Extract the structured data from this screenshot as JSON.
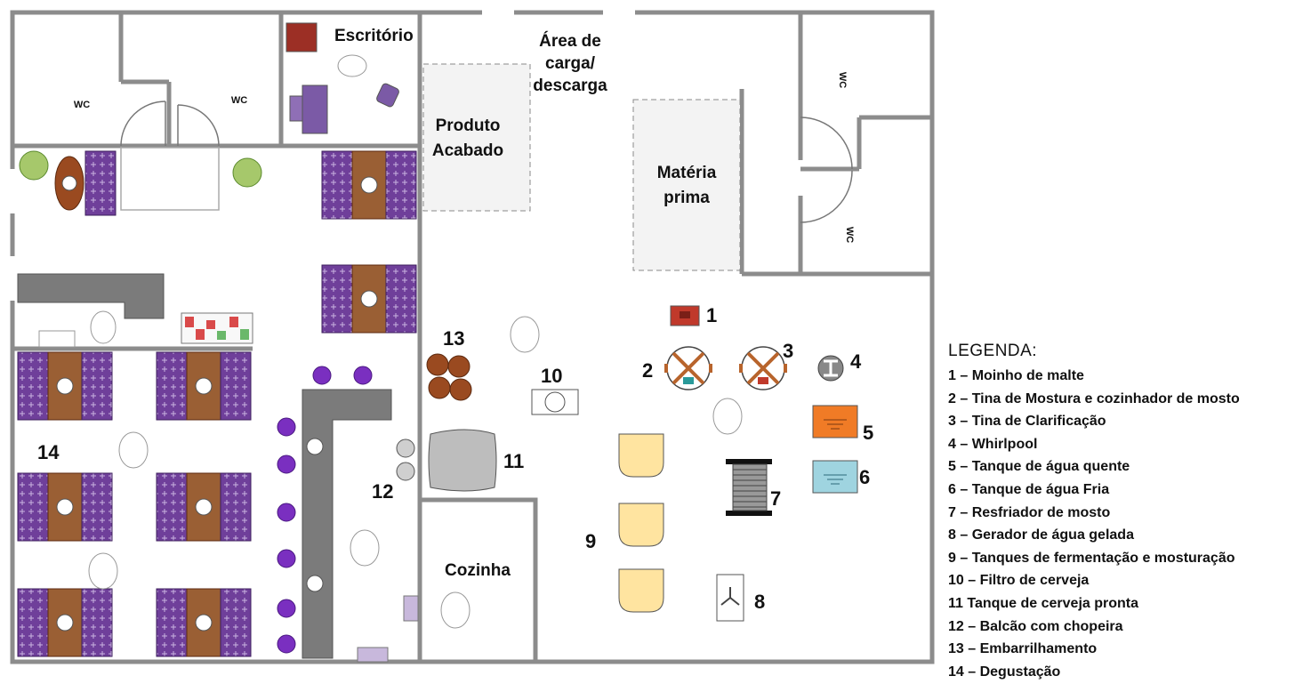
{
  "rooms": {
    "escritorio": "Escritório",
    "area_carga_line1": "Área de",
    "area_carga_line2": "carga/",
    "area_carga_line3": "descarga",
    "produto_line1": "Produto",
    "produto_line2": "Acabado",
    "materia_line1": "Matéria",
    "materia_line2": "prima",
    "cozinha": "Cozinha",
    "wc": "WC"
  },
  "markers": {
    "m1": "1",
    "m2": "2",
    "m3": "3",
    "m4": "4",
    "m5": "5",
    "m6": "6",
    "m7": "7",
    "m8": "8",
    "m9": "9",
    "m10": "10",
    "m11": "11",
    "m12": "12",
    "m13": "13",
    "m14": "14"
  },
  "legend": {
    "title": "LEGENDA:",
    "items": [
      "1 – Moinho de malte",
      "2 – Tina de Mostura e cozinhador de mosto",
      "3 – Tina de Clarificação",
      "4 – Whirlpool",
      "5 – Tanque de água quente",
      "6 – Tanque de água Fria",
      "7 – Resfriador de mosto",
      "8 – Gerador de água gelada",
      "9 – Tanques de fermentação e mosturação",
      "10 –  Filtro de cerveja",
      "11 Tanque de cerveja pronta",
      "12 –  Balcão com chopeira",
      "13 – Embarrilhamento",
      "14 – Degustação"
    ]
  },
  "colors": {
    "wall": "#8c8c8c",
    "purple": "#6f3f9a",
    "wood": "#9a5f34",
    "tank_yellow": "#ffe4a0",
    "hot_tank": "#f07b26",
    "cold_tank": "#9fd4e0",
    "barrel": "#9a4a20",
    "bar_gray": "#7b7b7b"
  }
}
